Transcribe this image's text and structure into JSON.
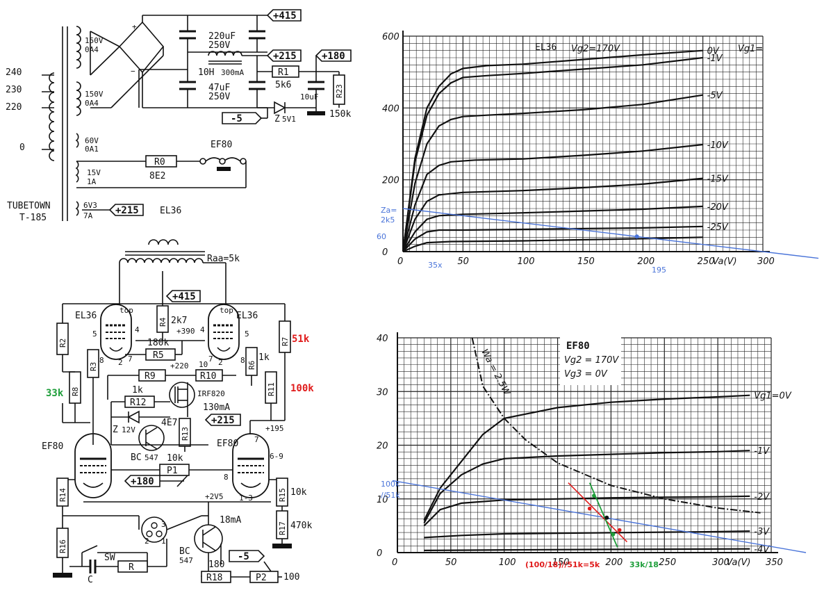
{
  "psu": {
    "taps": [
      "240",
      "230",
      "220",
      "0"
    ],
    "windings": [
      {
        "v": "150V",
        "i": "0A4"
      },
      {
        "v": "150V",
        "i": "0A4"
      },
      {
        "v": "60V",
        "i": "0A1"
      },
      {
        "v": "15V",
        "i": "1A"
      },
      {
        "v": "6V3",
        "i": "7A"
      }
    ],
    "brand": "TUBETOWN",
    "model": "T-185",
    "rails": [
      "+415",
      "+215",
      "+180",
      "-5",
      "+215"
    ],
    "c1": "220uF",
    "c1v": "250V",
    "c2": "47uF",
    "c2v": "250V",
    "choke": "10H",
    "choke_i": "300mA",
    "r1": "R1",
    "r1v": "5k6",
    "c3": "10uF",
    "r23": "R23",
    "r23v": "150k",
    "zener": "Z",
    "zener_v": "5V1",
    "r0": "R0",
    "r0v": "8E2",
    "ef80": "EF80",
    "el36": "EL36",
    "diode_plus": "+",
    "diode_minus": "−"
  },
  "amp": {
    "raa": "Raa=5k",
    "rail415": "+415",
    "el36_l": "EL36",
    "el36_r": "EL36",
    "top_l": "top",
    "top_r": "top",
    "r4": "R4",
    "r4v": "2k7",
    "v390": "+390",
    "r2": "R2",
    "r3": "R3",
    "r5": "R5",
    "r5v": "180k",
    "r6": "R6",
    "r6v": "1k",
    "r7": "R7",
    "r7v": "51k",
    "r8": "R8",
    "r8v": "33k",
    "r9": "R9",
    "r10": "R10",
    "v220": "+220",
    "r11": "R11",
    "r11v": "100k",
    "r12": "R12",
    "r12v": "1k",
    "irf": "IRF820",
    "i130": "130mA",
    "rail215": "+215",
    "v195": "+195",
    "zd": "Z",
    "zd_v": "12V",
    "r13": "R13",
    "r13v": "4E7",
    "bc1": "BC",
    "bc1n": "547",
    "ef80_l": "EF80",
    "ef80_r": "EF80",
    "p1": "P1",
    "p1v": "10k",
    "rail180": "+180",
    "v2v5": "+2V5",
    "r14": "R14",
    "r15": "R15",
    "r15v": "10k",
    "i18": "18mA",
    "r16": "R16",
    "r17": "R17",
    "r17v": "470k",
    "sw": "SW",
    "c": "C",
    "r": "R",
    "bc2": "BC",
    "bc2n": "547",
    "rail_m5": "-5",
    "r18": "R18",
    "r18v": "180",
    "p2": "P2",
    "p2v": "100",
    "pins": {
      "p5l": "5",
      "p4l": "4",
      "p8l": "8",
      "p2l": "2",
      "p7l": "7",
      "p10": "10",
      "p7r": "7",
      "p2r": "2",
      "p4r": "4",
      "p5r": "5",
      "p8r": "8",
      "p7b": "7",
      "p69": "6-9",
      "p8b": "8",
      "p13": "1-3",
      "s3": "3",
      "s2": "2",
      "s1": "1"
    }
  },
  "colors": {
    "load_line": "#4a74d9",
    "red": "#e01b1b",
    "green": "#1e9e3a",
    "grid": "#222222",
    "curve": "#111111"
  },
  "chart_data": [
    {
      "type": "line",
      "title": "EL36",
      "subtitle": "Vg2=170V",
      "xlabel": "Va(V)",
      "ylabel": "",
      "xlim": [
        0,
        300
      ],
      "ylim": [
        0,
        600
      ],
      "x_ticks": [
        "0",
        "50",
        "100",
        "150",
        "200",
        "250",
        "300"
      ],
      "y_ticks": [
        "0",
        "200",
        "400",
        "600"
      ],
      "legend_title": "Vg1=",
      "grid": true,
      "series": [
        {
          "name": "0V",
          "points": [
            [
              0,
              0
            ],
            [
              10,
              260
            ],
            [
              20,
              400
            ],
            [
              30,
              460
            ],
            [
              40,
              495
            ],
            [
              50,
              510
            ],
            [
              70,
              518
            ],
            [
              100,
              522
            ],
            [
              150,
              535
            ],
            [
              200,
              548
            ],
            [
              250,
              560
            ]
          ]
        },
        {
          "name": "-1V",
          "points": [
            [
              0,
              0
            ],
            [
              10,
              250
            ],
            [
              20,
              380
            ],
            [
              30,
              440
            ],
            [
              40,
              470
            ],
            [
              50,
              485
            ],
            [
              70,
              490
            ],
            [
              100,
              496
            ],
            [
              150,
              508
            ],
            [
              200,
              520
            ],
            [
              250,
              540
            ]
          ]
        },
        {
          "name": "-5V",
          "points": [
            [
              0,
              0
            ],
            [
              10,
              190
            ],
            [
              20,
              300
            ],
            [
              30,
              350
            ],
            [
              40,
              368
            ],
            [
              50,
              376
            ],
            [
              70,
              380
            ],
            [
              100,
              385
            ],
            [
              150,
              395
            ],
            [
              200,
              410
            ],
            [
              250,
              436
            ]
          ]
        },
        {
          "name": "-10V",
          "points": [
            [
              0,
              0
            ],
            [
              10,
              130
            ],
            [
              20,
              215
            ],
            [
              30,
              240
            ],
            [
              40,
              250
            ],
            [
              60,
              255
            ],
            [
              100,
              258
            ],
            [
              150,
              268
            ],
            [
              200,
              280
            ],
            [
              250,
              298
            ]
          ]
        },
        {
          "name": "-15V",
          "points": [
            [
              0,
              0
            ],
            [
              10,
              90
            ],
            [
              20,
              140
            ],
            [
              30,
              158
            ],
            [
              50,
              165
            ],
            [
              100,
              170
            ],
            [
              150,
              178
            ],
            [
              200,
              188
            ],
            [
              250,
              204
            ]
          ]
        },
        {
          "name": "-20V",
          "points": [
            [
              0,
              0
            ],
            [
              10,
              55
            ],
            [
              20,
              90
            ],
            [
              30,
              100
            ],
            [
              50,
              104
            ],
            [
              100,
              108
            ],
            [
              150,
              113
            ],
            [
              200,
              118
            ],
            [
              250,
              126
            ]
          ]
        },
        {
          "name": "-25V",
          "points": [
            [
              0,
              0
            ],
            [
              10,
              35
            ],
            [
              20,
              55
            ],
            [
              30,
              60
            ],
            [
              50,
              60
            ],
            [
              100,
              62
            ],
            [
              150,
              64
            ],
            [
              200,
              66
            ],
            [
              250,
              70
            ]
          ]
        },
        {
          "name": "",
          "points": [
            [
              0,
              0
            ],
            [
              10,
              15
            ],
            [
              20,
              25
            ],
            [
              40,
              28
            ],
            [
              100,
              30
            ],
            [
              150,
              33
            ],
            [
              200,
              36
            ],
            [
              250,
              40
            ]
          ]
        }
      ],
      "load_line": {
        "x": [
          0,
          300
        ],
        "y": [
          120,
          0
        ],
        "label_z": "Za=",
        "label_z2": "2k5",
        "y_mark": "60",
        "x_mark_lo": "35x",
        "x_mark_hi": "195"
      }
    },
    {
      "type": "line",
      "title": "EF80",
      "subtitle": "Vg2 = 170V",
      "subtitle2": "Vg3 = 0V",
      "xlabel": "Va(V)",
      "ylabel": "",
      "xlim": [
        0,
        350
      ],
      "ylim": [
        0,
        40
      ],
      "x_ticks": [
        "0",
        "50",
        "100",
        "150",
        "200",
        "250",
        "300",
        "350"
      ],
      "y_ticks": [
        "0",
        "10",
        "20",
        "30",
        "40"
      ],
      "grid": true,
      "series": [
        {
          "name": "Vg1=0V",
          "points": [
            [
              25,
              6
            ],
            [
              40,
              12
            ],
            [
              60,
              17
            ],
            [
              80,
              22
            ],
            [
              100,
              25
            ],
            [
              150,
              27
            ],
            [
              200,
              28
            ],
            [
              250,
              28.6
            ],
            [
              300,
              29
            ],
            [
              330,
              29.3
            ]
          ]
        },
        {
          "name": "-1V",
          "points": [
            [
              25,
              5.5
            ],
            [
              40,
              11
            ],
            [
              60,
              14.5
            ],
            [
              80,
              16.5
            ],
            [
              100,
              17.5
            ],
            [
              150,
              18
            ],
            [
              200,
              18.3
            ],
            [
              250,
              18.6
            ],
            [
              300,
              18.8
            ],
            [
              330,
              19
            ]
          ]
        },
        {
          "name": "-2V",
          "points": [
            [
              25,
              5
            ],
            [
              40,
              8
            ],
            [
              60,
              9.2
            ],
            [
              100,
              9.8
            ],
            [
              150,
              10
            ],
            [
              200,
              10.2
            ],
            [
              250,
              10.3
            ],
            [
              300,
              10.4
            ],
            [
              330,
              10.5
            ]
          ]
        },
        {
          "name": "-3V",
          "points": [
            [
              25,
              2.8
            ],
            [
              60,
              3.2
            ],
            [
              100,
              3.5
            ],
            [
              150,
              3.6
            ],
            [
              200,
              3.7
            ],
            [
              250,
              3.8
            ],
            [
              300,
              3.9
            ],
            [
              330,
              4
            ]
          ]
        },
        {
          "name": "-4V",
          "points": [
            [
              25,
              0.4
            ],
            [
              100,
              0.5
            ],
            [
              200,
              0.6
            ],
            [
              330,
              0.7
            ]
          ]
        }
      ],
      "power_curve": {
        "name": "Wa = 2.5W",
        "points": [
          [
            70,
            40
          ],
          [
            80,
            31
          ],
          [
            90,
            28
          ],
          [
            100,
            25
          ],
          [
            120,
            21
          ],
          [
            150,
            16.7
          ],
          [
            200,
            12.5
          ],
          [
            250,
            10
          ],
          [
            300,
            8.3
          ],
          [
            340,
            7.4
          ]
        ]
      },
      "load_line": {
        "x": [
          0,
          350
        ],
        "y": [
          13,
          0
        ],
        "label1": "100k",
        "label2": "//51k"
      },
      "red_line": {
        "x": [
          160,
          215
        ],
        "y": [
          13,
          2
        ],
        "label": "(100/18)//51k=5k"
      },
      "green_line": {
        "x": [
          180,
          206
        ],
        "y": [
          13,
          1
        ],
        "label": "33k/18"
      },
      "op_point": {
        "x": 196,
        "y": 6.5
      }
    }
  ]
}
